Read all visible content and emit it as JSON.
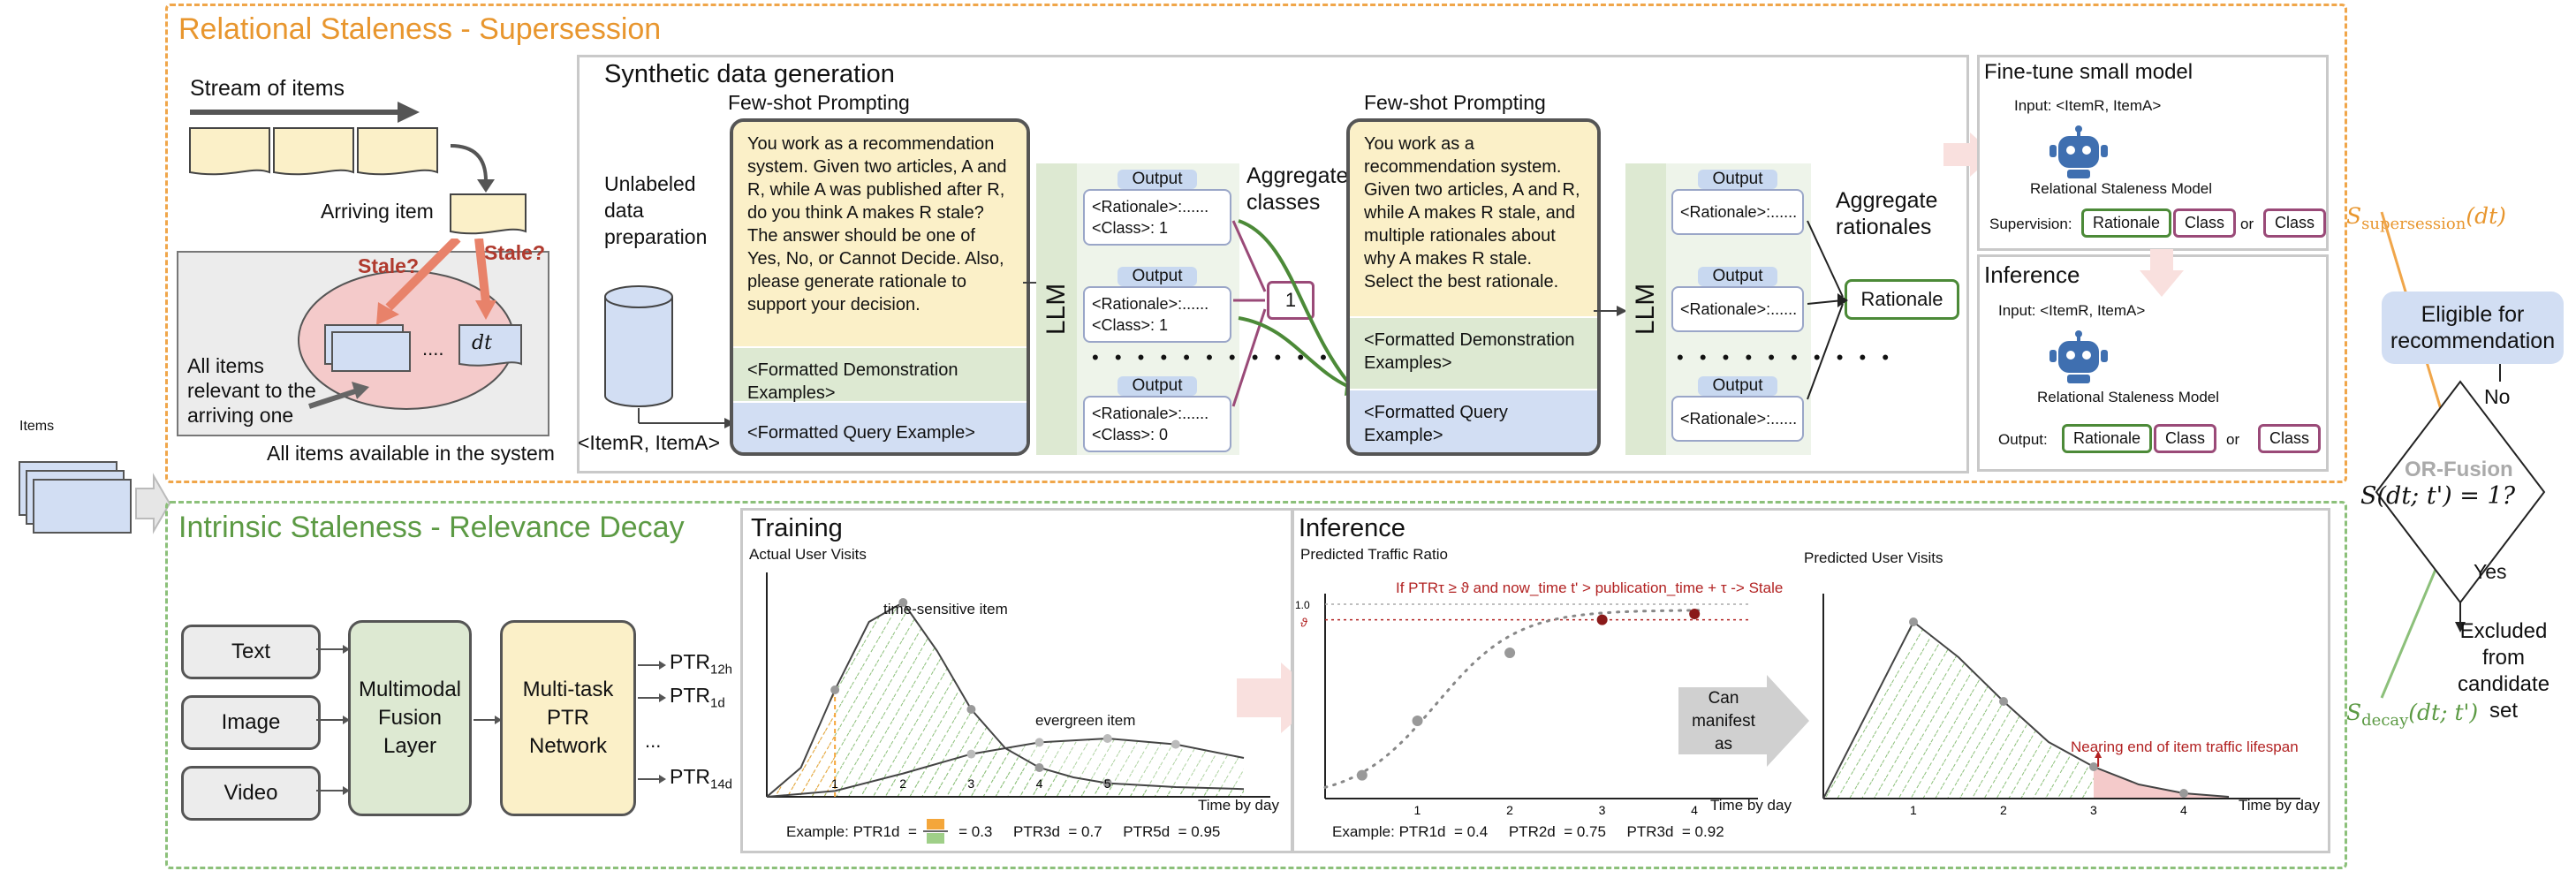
{
  "items_label": "Items",
  "relational": {
    "title": "Relational Staleness - Supersession",
    "stream_label": "Stream of items",
    "arriving_label": "Arriving item",
    "stale_q1": "Stale?",
    "stale_q2": "Stale?",
    "dots": "....",
    "dt_label": "dt",
    "relevant_label": "All items relevant to the arriving one",
    "available_label": "All items available in the system",
    "synthetic": {
      "title": "Synthetic data generation",
      "unlabeled": "Unlabeled data preparation",
      "pair": "<ItemR, ItemA>",
      "fewshot1": "Few-shot Prompting",
      "prompt1": "You work as a recommendation system. Given two articles, A and R, while A was published after R, do you think A makes R stale? The answer should be one of Yes, No, or Cannot Decide. Also, please generate rationale to support your decision.",
      "demo1": "<Formatted Demonstration Examples>",
      "query1": "<Formatted Query Example>",
      "llm": "LLM",
      "output_label": "Output",
      "outputs1": [
        {
          "r": "<Rationale>:......",
          "c": "<Class>: 1"
        },
        {
          "r": "<Rationale>:......",
          "c": "<Class>: 1"
        },
        {
          "r": "<Rationale>:......",
          "c": "<Class>: 0"
        }
      ],
      "aggregate_classes": "Aggregate classes",
      "agg_value": "1",
      "fewshot2": "Few-shot Prompting",
      "prompt2": "You work as a recommendation system. Given two articles, A and R, while A makes R stale, and multiple rationales about why A makes R stale. Select the best rationale.",
      "demo2": "<Formatted Demonstration Examples>",
      "query2": "<Formatted Query Example>",
      "outputs2": [
        "<Rationale>:......",
        "<Rationale>:......",
        "<Rationale>:......"
      ],
      "aggregate_rationales": "Aggregate rationales",
      "rationale_box": "Rationale"
    },
    "finetune": {
      "title": "Fine-tune small model",
      "input": "Input: <ItemR, ItemA>",
      "model": "Relational Staleness Model",
      "supervision": "Supervision:",
      "rationale": "Rationale",
      "class": "Class",
      "or": "or"
    },
    "inference": {
      "title": "Inference",
      "input": "Input: <ItemR, ItemA>",
      "model": "Relational Staleness Model",
      "output": "Output:",
      "rationale": "Rationale",
      "class": "Class",
      "or": "or"
    },
    "s_label": "S",
    "s_sub": "supersession",
    "s_arg": "(dt)"
  },
  "intrinsic": {
    "title": "Intrinsic Staleness - Relevance Decay",
    "inputs": [
      "Text",
      "Image",
      "Video"
    ],
    "fusion": "Multimodal Fusion Layer",
    "ptr_net": "Multi-task PTR Network",
    "ptr_outputs": [
      {
        "base": "PTR",
        "sub": "12h"
      },
      {
        "base": "PTR",
        "sub": "1d"
      },
      {
        "base": "PTR",
        "sub": "14d"
      }
    ],
    "ptr_dots": "...",
    "training": {
      "title": "Training",
      "ylabel": "Actual User Visits",
      "xlabel": "Time by day",
      "ts_item": "time-sensitive item",
      "ev_item": "evergreen item",
      "example": "Example: PTR1d  =          = 0.3     PTR3d  = 0.7     PTR5d  = 0.95"
    },
    "inference": {
      "title": "Inference",
      "ylabel": "Predicted Traffic Ratio",
      "rule": "If PTRτ ≥ ϑ and now_time t' > publication_time + τ -> Stale",
      "xlabel": "Time by day",
      "manifest": "Can manifest as",
      "example": "Example: PTR1d  = 0.4     PTR2d  = 0.75     PTR3d  = 0.92",
      "ylabel2": "Predicted User Visits",
      "nearing": "Nearing end of item traffic lifespan",
      "xlabel2": "Time by day"
    },
    "s_label": "S",
    "s_sub": "decay",
    "s_arg": "(dt; t')"
  },
  "decision": {
    "eligible": "Eligible for recommendation",
    "no": "No",
    "yes": "Yes",
    "fusion": "OR-Fusion",
    "formula": "S(dt; t') = 1?",
    "excluded": "Excluded from candidate set"
  },
  "colors": {
    "orange": "#f0a64a",
    "green": "#8cc07a",
    "yellow_fill": "#fbf0c8",
    "blue_fill": "#d2def3",
    "red": "#b22222"
  },
  "chart_data": [
    {
      "type": "line",
      "title": "Training",
      "ylabel": "Actual User Visits",
      "xlabel": "Time by day",
      "x_ticks": [
        1,
        2,
        3,
        4,
        5
      ],
      "series": [
        {
          "name": "time-sensitive item",
          "x": [
            0,
            0.5,
            1,
            1.5,
            2,
            2.5,
            3,
            3.5,
            4,
            4.5,
            5,
            6,
            7
          ],
          "y": [
            0,
            0.15,
            0.55,
            0.9,
            1.0,
            0.75,
            0.45,
            0.25,
            0.15,
            0.1,
            0.07,
            0.05,
            0.04
          ]
        },
        {
          "name": "evergreen item",
          "x": [
            0,
            1,
            2,
            3,
            4,
            5,
            6,
            7
          ],
          "y": [
            0,
            0.03,
            0.12,
            0.22,
            0.28,
            0.3,
            0.27,
            0.2
          ]
        }
      ]
    },
    {
      "type": "scatter",
      "title": "Inference",
      "ylabel": "Predicted Traffic Ratio",
      "xlabel": "Time by day",
      "x_ticks": [
        1,
        2,
        3,
        4
      ],
      "y_ticks": [
        "1.0",
        "ϑ"
      ],
      "x": [
        0.4,
        1,
        2,
        3,
        4
      ],
      "y": [
        0.12,
        0.4,
        0.75,
        0.92,
        0.95
      ]
    },
    {
      "type": "area",
      "ylabel": "Predicted User Visits",
      "xlabel": "Time by day",
      "x_ticks": [
        1,
        2,
        3,
        4
      ],
      "x": [
        0,
        0.5,
        1,
        1.5,
        2,
        2.5,
        3,
        3.5,
        4,
        4.5
      ],
      "y": [
        0,
        0.5,
        1.0,
        0.8,
        0.55,
        0.32,
        0.18,
        0.08,
        0.03,
        0.01
      ]
    }
  ]
}
